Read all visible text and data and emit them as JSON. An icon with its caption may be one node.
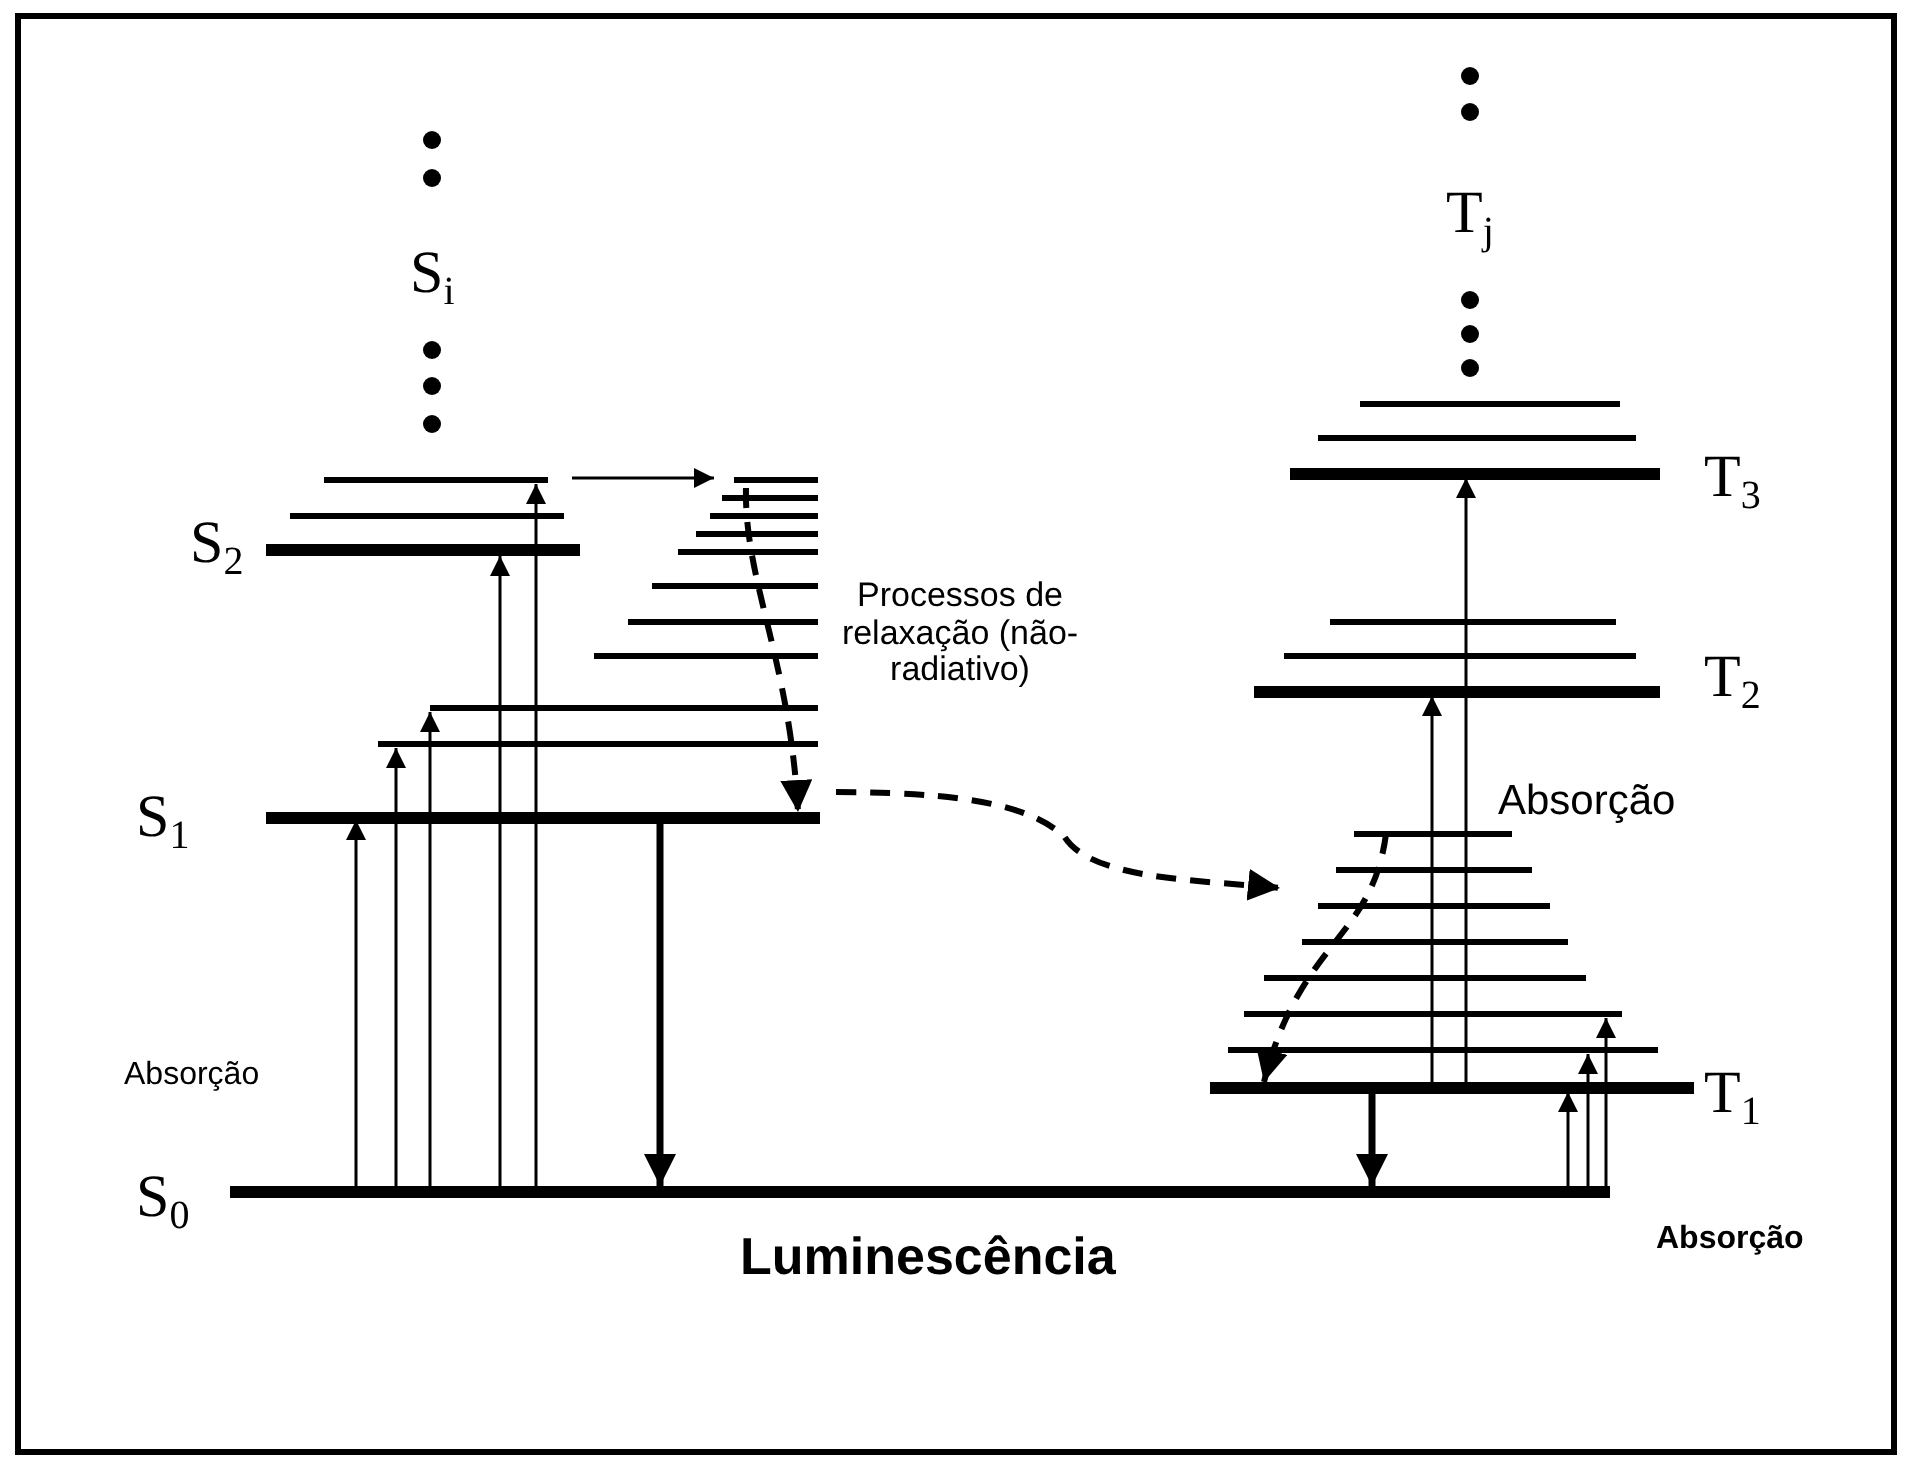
{
  "diagram": {
    "labels": [
      "S$_{i}$",
      "T$_{j}$",
      "T$_{3}$",
      "S$_{2}$",
      "Processos de relaxação (não-radiativo)",
      "T$_{2}$",
      "S$_{1}$",
      "Absorção",
      "Absorção",
      "T$_{1}$",
      "Luminescência",
      "Absorção",
      "S$_{0}$"
    ]
  }
}
